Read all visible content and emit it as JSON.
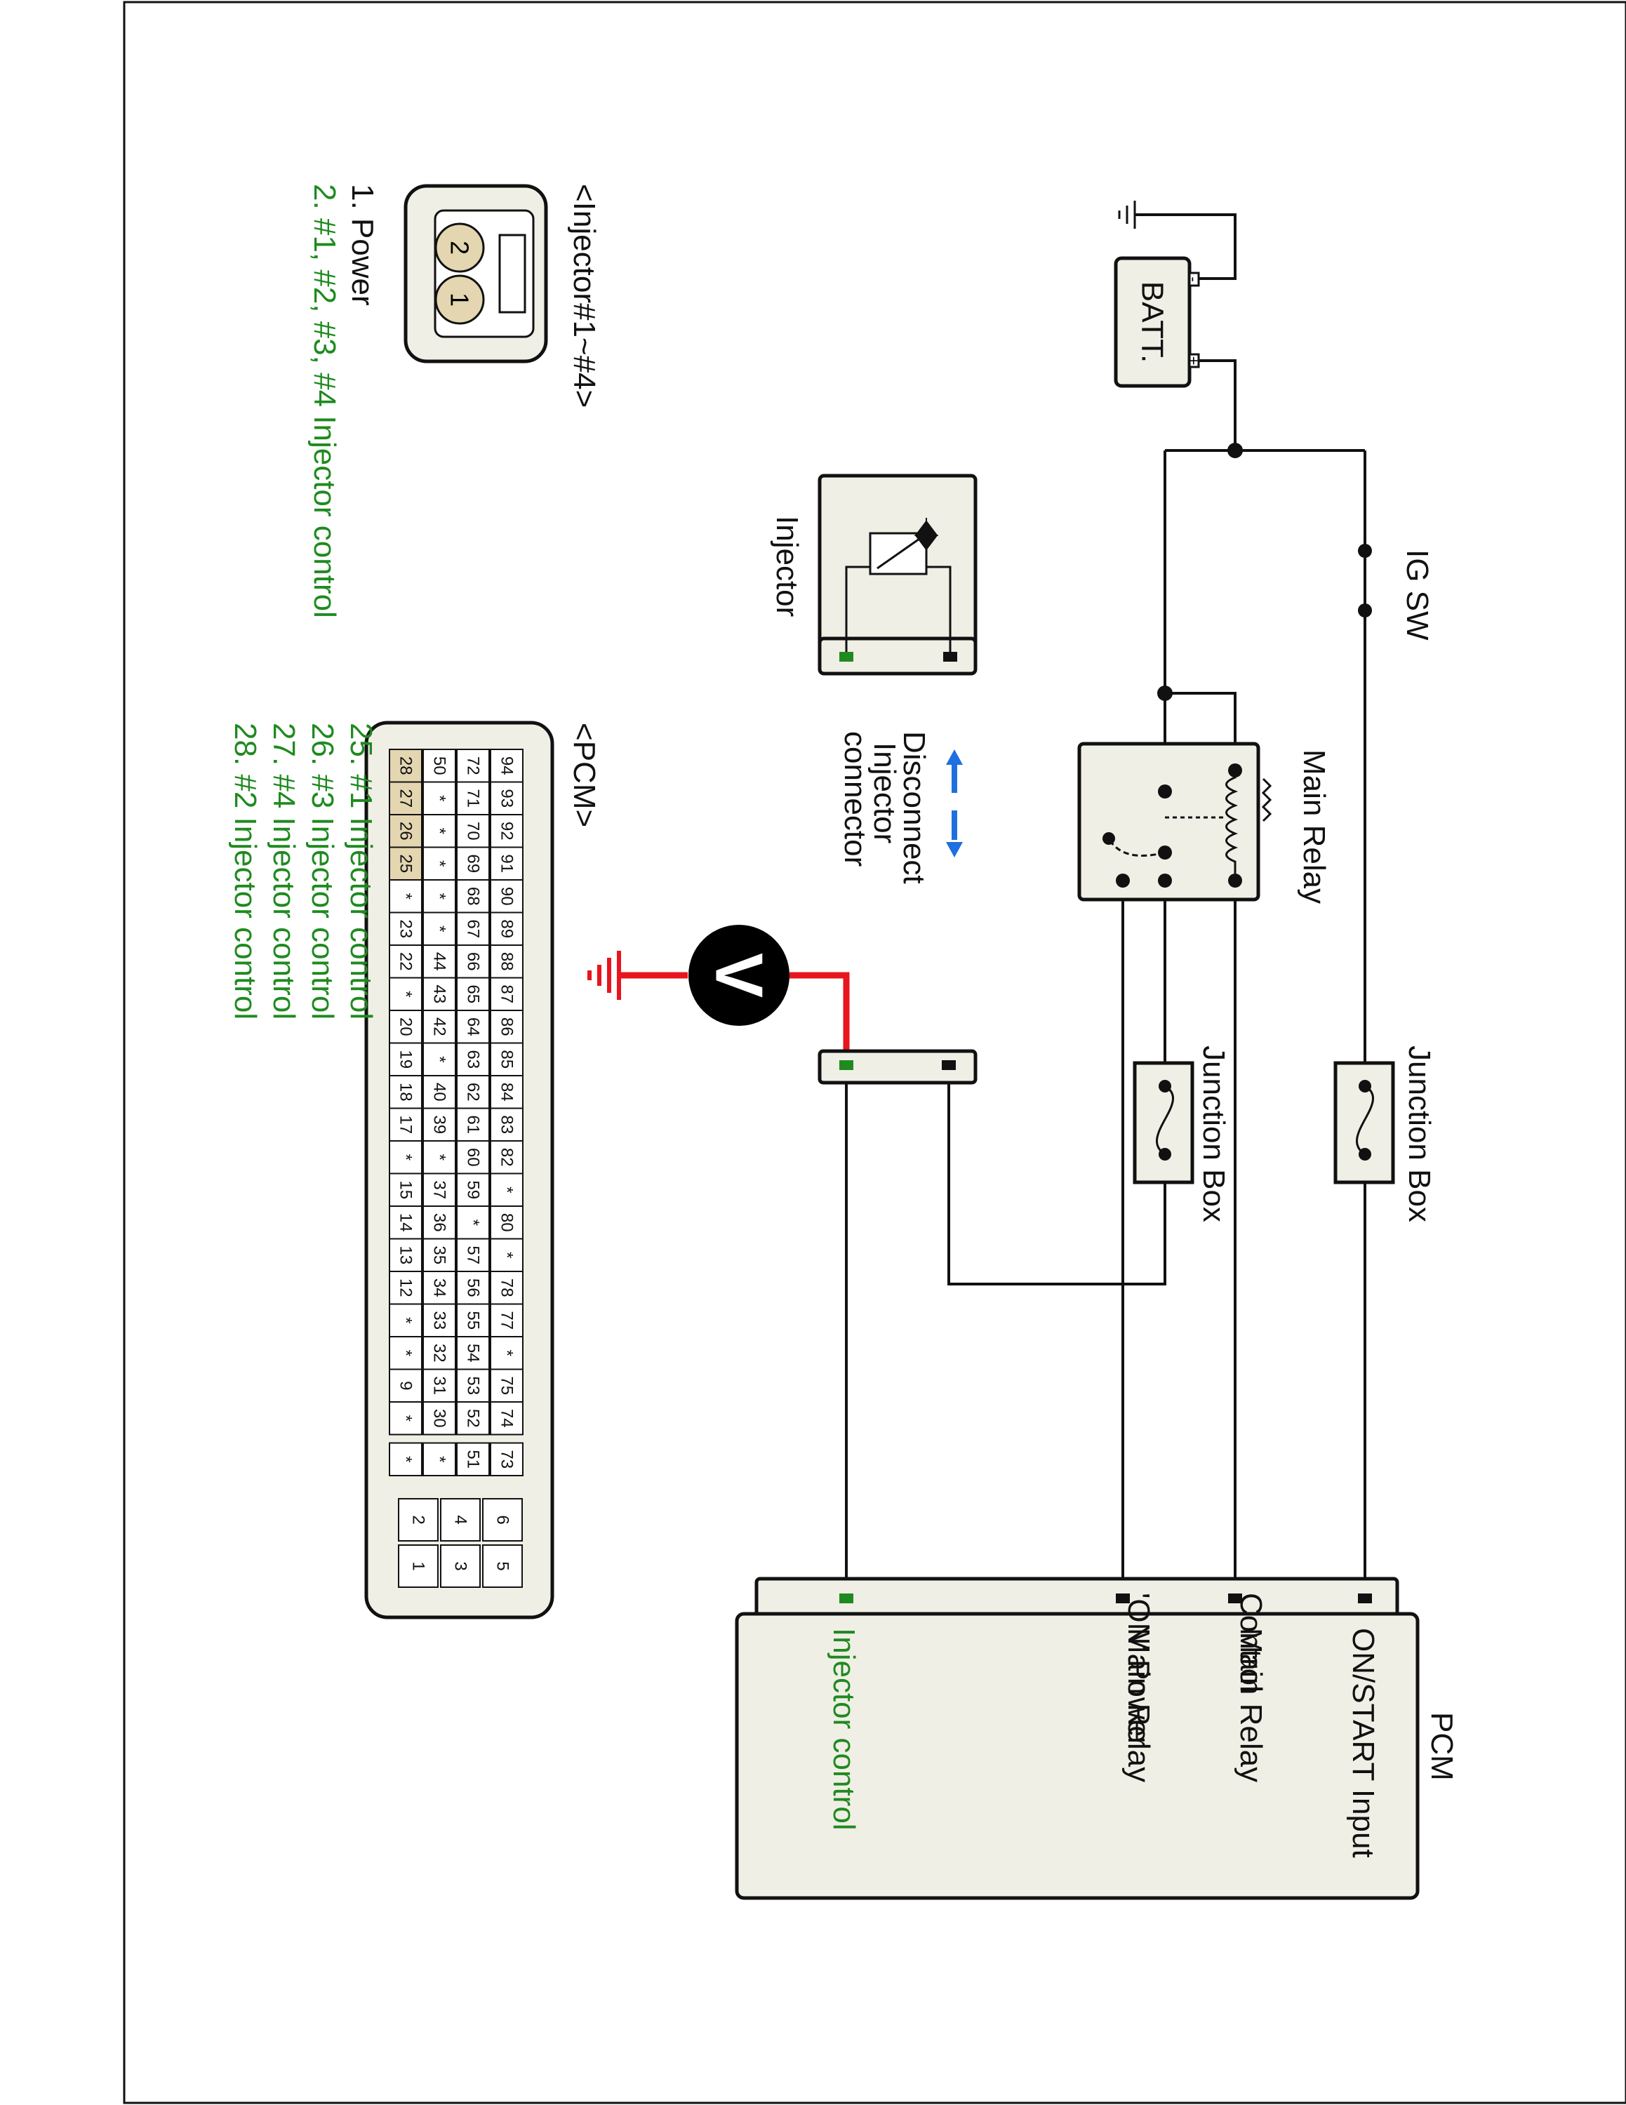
{
  "components": {
    "battery": "BATT.",
    "battery_plus": "+",
    "battery_minus": "-",
    "ig_switch": "IG SW",
    "main_relay": "Main Relay",
    "junction_box_1": "Junction Box",
    "junction_box_2": "Junction Box",
    "injector": "Injector",
    "disconnect_note": [
      "Disconnect",
      "Injector",
      "connector"
    ],
    "voltmeter": "V"
  },
  "pcm": {
    "title": "PCM",
    "terminals": [
      "ON/START Input",
      "Main Relay Control",
      "Main Relay 'ON' Power",
      "Injector control"
    ]
  },
  "injector_connector": {
    "title": "<Injector#1~#4>",
    "pins": [
      "1. Power",
      "2. #1, #2, #3, #4 Injector control"
    ],
    "pin_numbers": [
      "2",
      "1"
    ]
  },
  "pcm_connector": {
    "title": "<PCM>",
    "pins": [
      "25. #1 Injector control",
      "26. #3 Injector control",
      "27. #4 Injector control",
      "28. #2 Injector control"
    ],
    "highlight": [
      "25",
      "26",
      "27",
      "28"
    ],
    "rows": [
      [
        "94",
        "93",
        "92",
        "91",
        "90",
        "89",
        "88",
        "87",
        "86",
        "85",
        "84",
        "83",
        "82",
        "*",
        "80",
        "*",
        "78",
        "77",
        "*",
        "75",
        "74"
      ],
      [
        "72",
        "71",
        "70",
        "69",
        "68",
        "67",
        "66",
        "65",
        "64",
        "63",
        "62",
        "61",
        "60",
        "59",
        "*",
        "57",
        "56",
        "55",
        "54",
        "53",
        "52"
      ],
      [
        "50",
        "*",
        "*",
        "*",
        "*",
        "*",
        "44",
        "43",
        "42",
        "*",
        "40",
        "39",
        "*",
        "37",
        "36",
        "35",
        "34",
        "33",
        "32",
        "31",
        "30"
      ],
      [
        "28",
        "27",
        "26",
        "25",
        "*",
        "23",
        "22",
        "*",
        "20",
        "19",
        "18",
        "17",
        "*",
        "15",
        "14",
        "13",
        "12",
        "*",
        "*",
        "9",
        "*"
      ]
    ],
    "extra_col": [
      "73",
      "51",
      "*",
      "*"
    ],
    "block": [
      [
        "6",
        "5"
      ],
      [
        "4",
        "3"
      ],
      [
        "2",
        "1"
      ]
    ]
  },
  "colors": {
    "wire": "#111111",
    "measure": "#e8141e",
    "control_label": "#1f8a1f",
    "arrow": "#1f6fe0",
    "component_fill": "#f0efe6",
    "pin_highlight": "#e3d6b0"
  }
}
